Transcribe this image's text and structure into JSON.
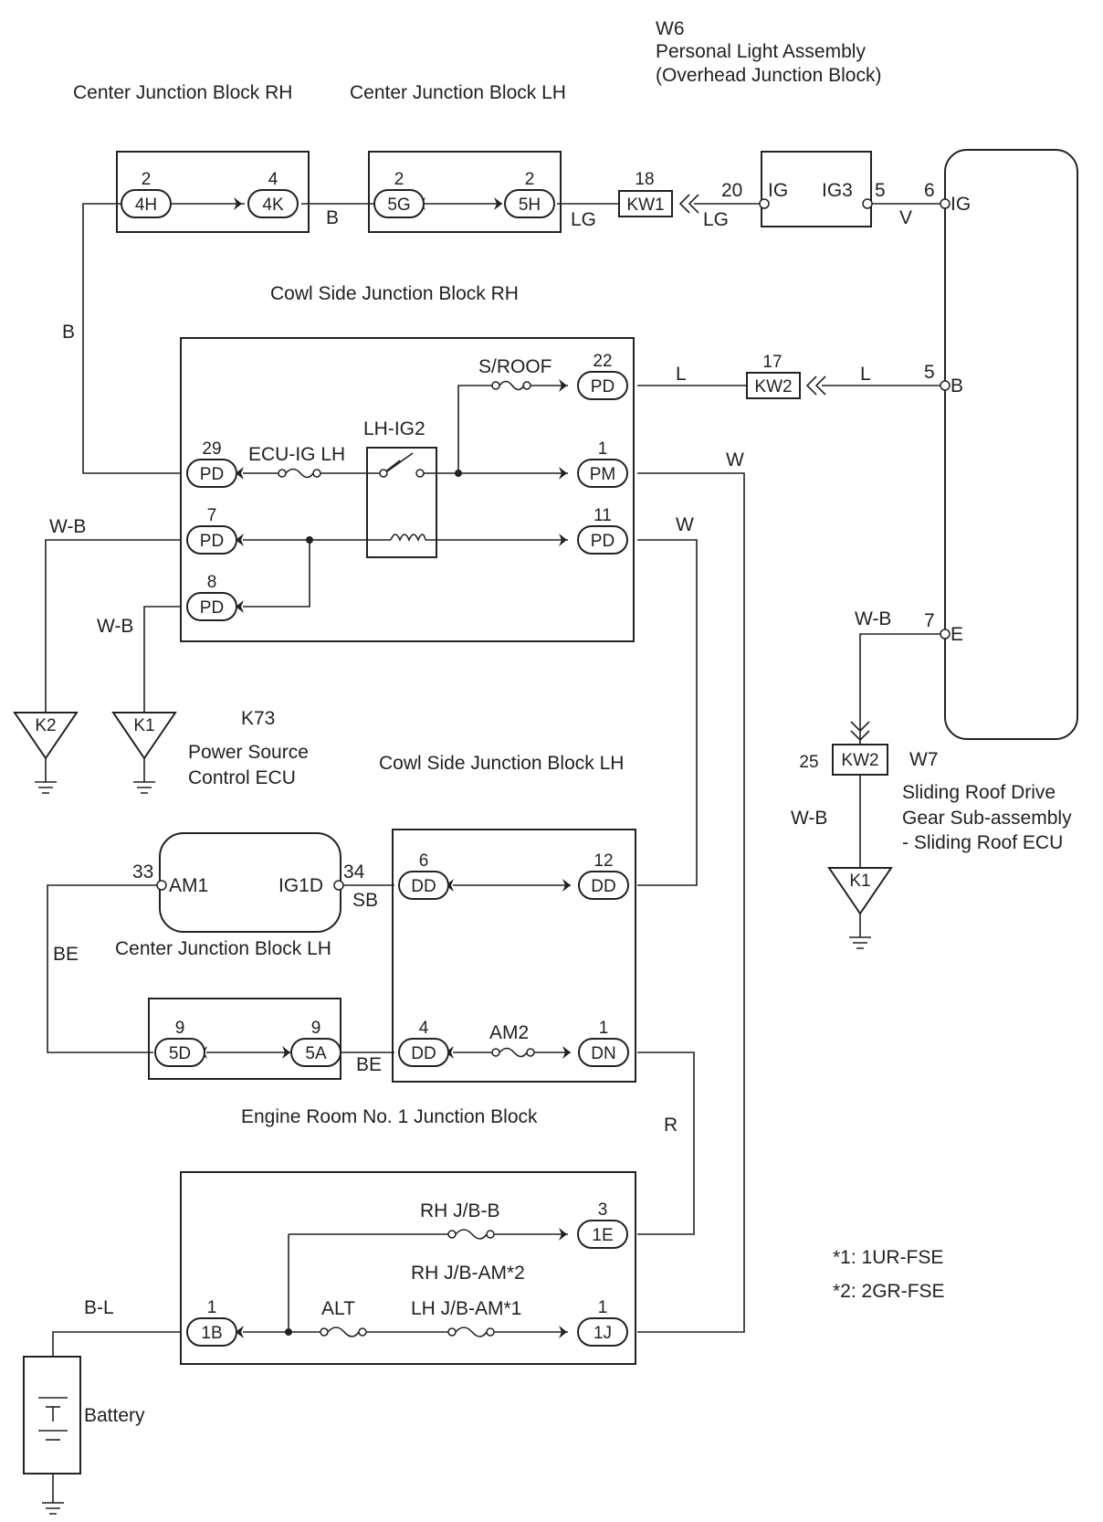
{
  "captions": {
    "w6_code": "W6",
    "w6_name": "Personal Light Assembly",
    "w6_sub": "(Overhead Junction Block)",
    "cjb_rh_top": "Center Junction Block RH",
    "cjb_lh_top": "Center Junction Block LH",
    "cowl_rh": "Cowl Side Junction Block RH",
    "k73_code": "K73",
    "k73_name1": "Power Source",
    "k73_name2": "Control ECU",
    "cowl_lh": "Cowl Side Junction Block LH",
    "w7_code": "W7",
    "w7_name1": "Sliding Roof Drive",
    "w7_name2": "Gear Sub-assembly",
    "w7_name3": "- Sliding Roof ECU",
    "cjb_lh_mid": "Center Junction Block LH",
    "engine_room": "Engine Room No. 1 Junction Block",
    "battery": "Battery",
    "note1": "*1: 1UR-FSE",
    "note2": "*2: 2GR-FSE"
  },
  "wire_colors": {
    "b_cjb": "B",
    "lg_1": "LG",
    "lg_2": "LG",
    "v": "V",
    "b_left": "B",
    "l_1": "L",
    "l_2": "L",
    "w_1": "W",
    "w_2": "W",
    "wb_1": "W-B",
    "wb_2": "W-B",
    "wb_3": "W-B",
    "wb_4": "W-B",
    "sb": "SB",
    "be_1": "BE",
    "be_2": "BE",
    "r": "R",
    "bl": "B-L"
  },
  "connectors": {
    "c4h": {
      "pin": "2",
      "name": "4H"
    },
    "c4k": {
      "pin": "4",
      "name": "4K"
    },
    "c5g": {
      "pin": "2",
      "name": "5G"
    },
    "c5h": {
      "pin": "2",
      "name": "5H"
    },
    "kw1": {
      "pin": "18",
      "name": "KW1"
    },
    "w6_ig": {
      "pin": "20",
      "name": "IG"
    },
    "w6_ig3": {
      "pin": "5",
      "name": "IG3"
    },
    "w7_ig": {
      "pin": "6",
      "name": "IG"
    },
    "pd22": {
      "pin": "22",
      "name": "PD"
    },
    "kw2_top": {
      "pin": "17",
      "name": "KW2"
    },
    "w7_b": {
      "pin": "5",
      "name": "B"
    },
    "pd29": {
      "pin": "29",
      "name": "PD"
    },
    "pm1": {
      "pin": "1",
      "name": "PM"
    },
    "pd7": {
      "pin": "7",
      "name": "PD"
    },
    "pd11": {
      "pin": "11",
      "name": "PD"
    },
    "pd8": {
      "pin": "8",
      "name": "PD"
    },
    "w7_e": {
      "pin": "7",
      "name": "E"
    },
    "kw2_bot": {
      "pin": "25",
      "name": "KW2"
    },
    "am1": {
      "pin": "33",
      "name": "AM1"
    },
    "ig1d": {
      "pin": "34",
      "name": "IG1D"
    },
    "dd6": {
      "pin": "6",
      "name": "DD"
    },
    "dd12": {
      "pin": "12",
      "name": "DD"
    },
    "c5d": {
      "pin": "9",
      "name": "5D"
    },
    "c5a": {
      "pin": "9",
      "name": "5A"
    },
    "dd4": {
      "pin": "4",
      "name": "DD"
    },
    "dn1": {
      "pin": "1",
      "name": "DN"
    },
    "e1e": {
      "pin": "3",
      "name": "1E"
    },
    "b1b": {
      "pin": "1",
      "name": "1B"
    },
    "j1j": {
      "pin": "1",
      "name": "1J"
    }
  },
  "grounds": {
    "k2": "K2",
    "k1_left": "K1",
    "k1_right": "K1"
  },
  "components": {
    "fuse_sroof": "S/ROOF",
    "fuse_ecu_ig_lh": "ECU-IG LH",
    "relay_lh_ig2": "LH-IG2",
    "fuse_am2": "AM2",
    "fuse_rh_jb_b": "RH J/B-B",
    "fuse_rh_jb_am": "RH J/B-AM*2",
    "fuse_lh_jb_am": "LH J/B-AM*1",
    "fuse_alt": "ALT"
  }
}
